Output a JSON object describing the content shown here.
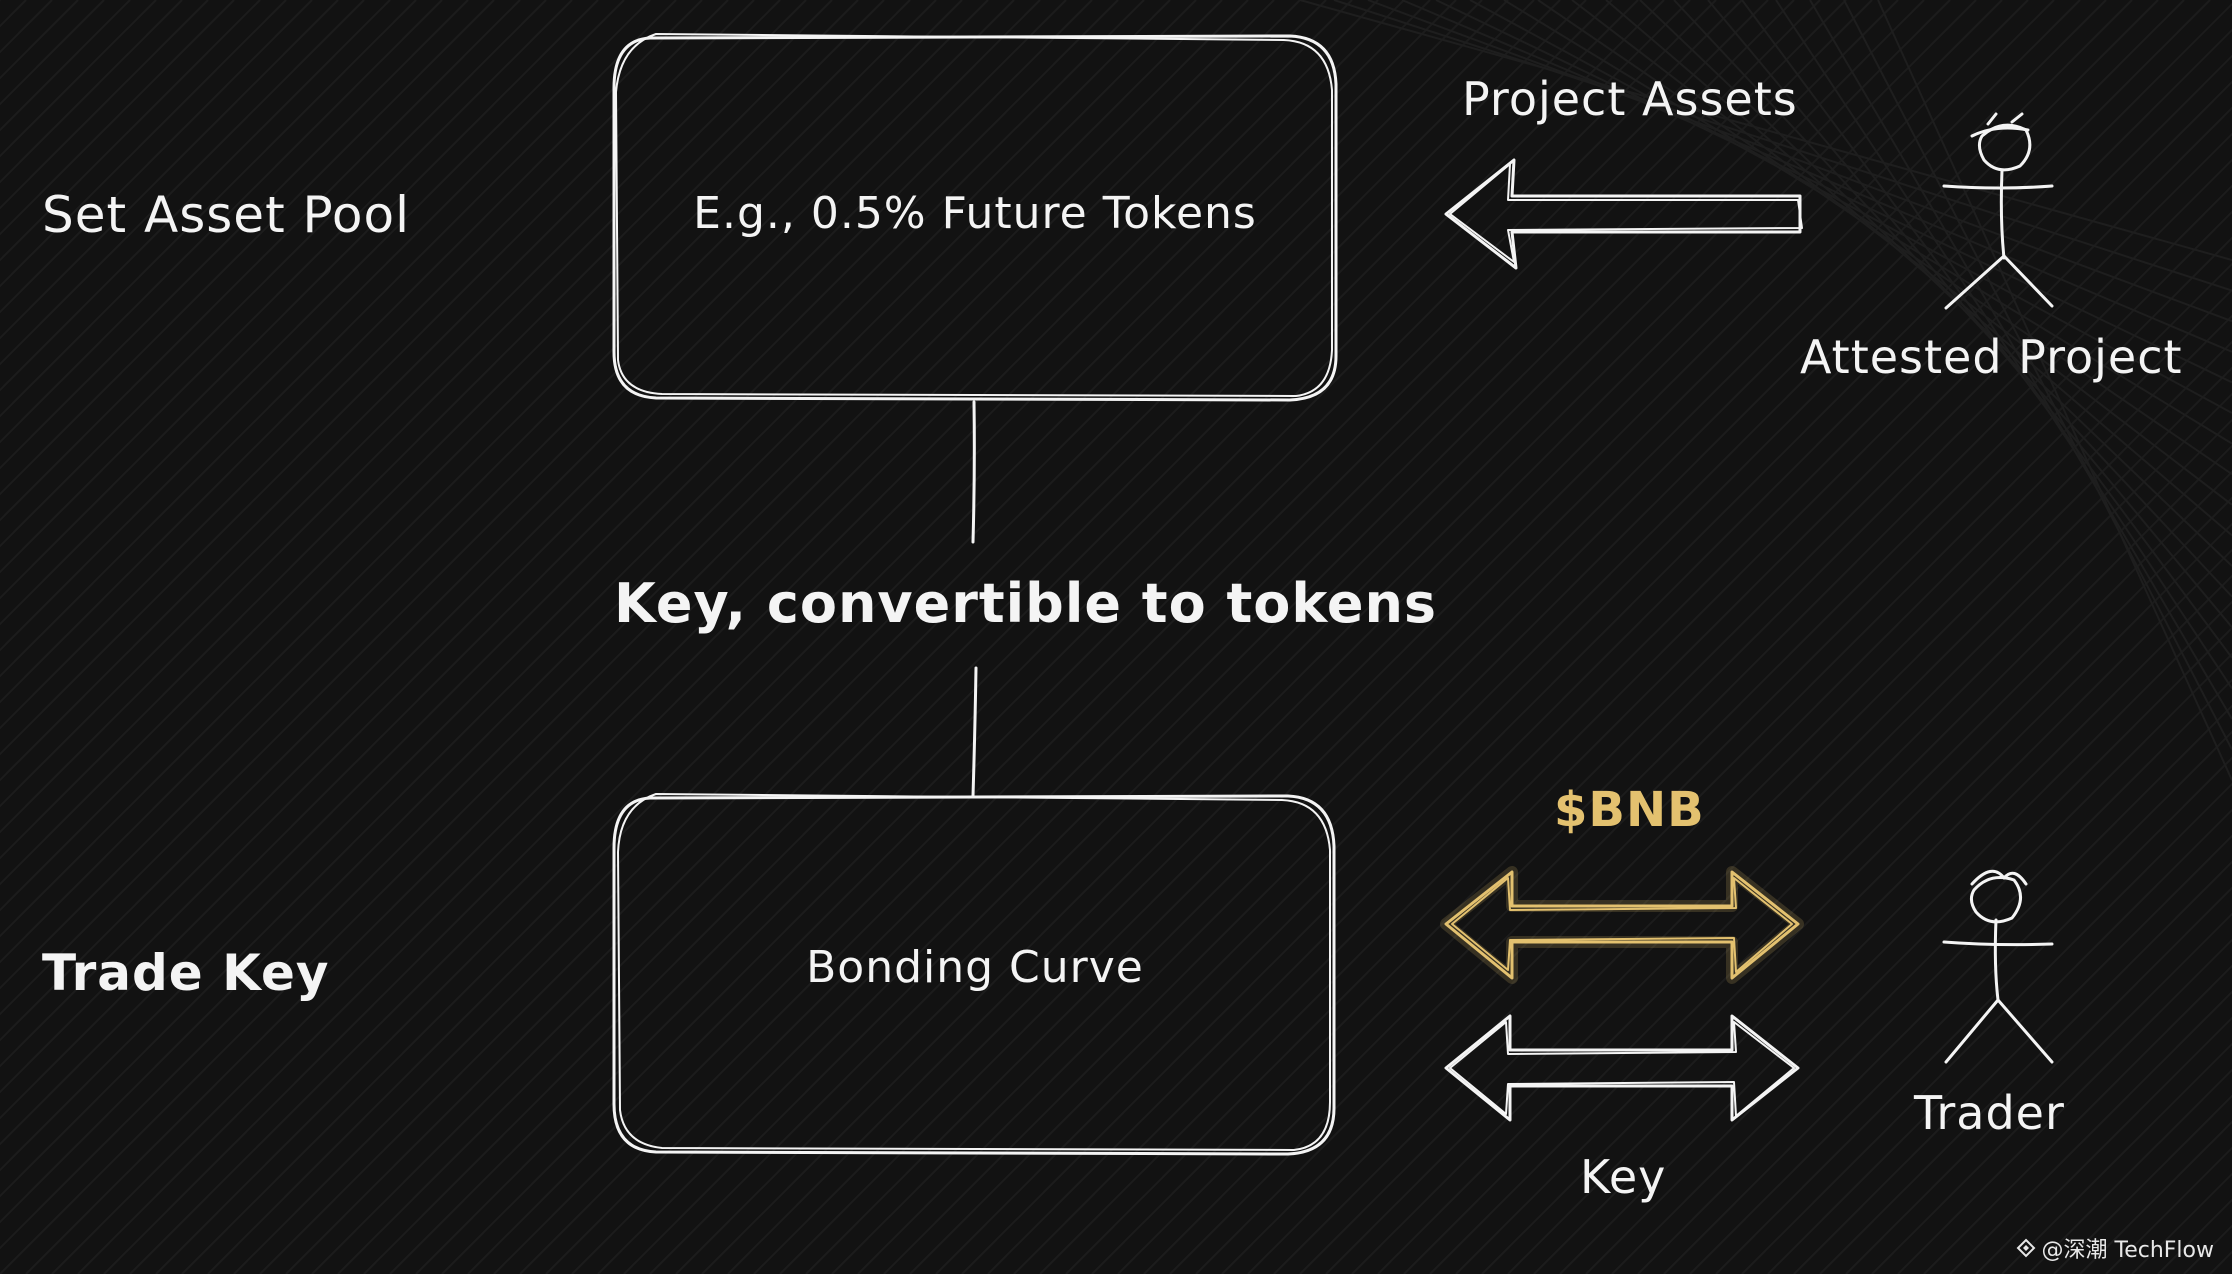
{
  "labels": {
    "set_asset_pool": "Set Asset Pool",
    "trade_key": "Trade Key",
    "future_tokens": "E.g., 0.5% Future Tokens",
    "bonding_curve": "Bonding Curve",
    "key_convertible": "Key, convertible to tokens",
    "project_assets": "Project Assets",
    "attested_project": "Attested Project",
    "bnb": "$BNB",
    "key": "Key",
    "trader": "Trader"
  },
  "watermark": {
    "text": "@深潮 TechFlow"
  },
  "colors": {
    "background": "#121212",
    "stroke": "#f4f4f4",
    "bnb_accent": "#e3c16f"
  },
  "icons": {
    "person": "stick-figure",
    "arrow_left": "left-arrow",
    "arrow_double": "double-headed-arrow"
  }
}
